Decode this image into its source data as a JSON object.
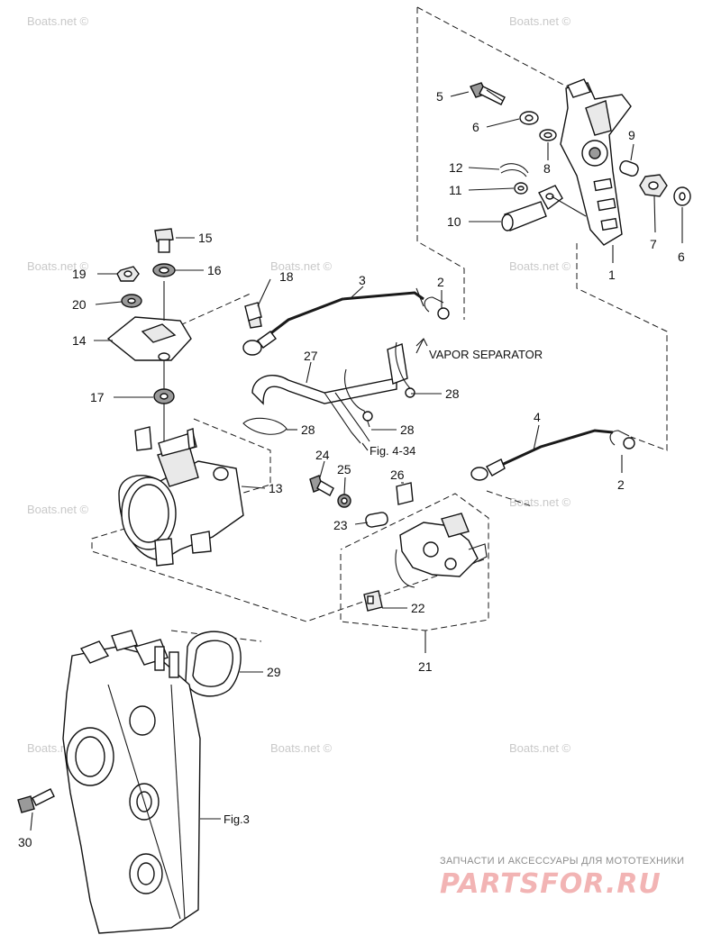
{
  "watermark": "Boats.net ©",
  "callouts": {
    "c1": "1",
    "c2a": "2",
    "c2b": "2",
    "c3": "3",
    "c4": "4",
    "c5": "5",
    "c6a": "6",
    "c6b": "6",
    "c7": "7",
    "c8": "8",
    "c9": "9",
    "c10": "10",
    "c11": "11",
    "c12": "12",
    "c13": "13",
    "c14": "14",
    "c15": "15",
    "c16": "16",
    "c17": "17",
    "c18": "18",
    "c19": "19",
    "c20": "20",
    "c21": "21",
    "c22": "22",
    "c23": "23",
    "c24": "24",
    "c25": "25",
    "c26": "26",
    "c27": "27",
    "c28a": "28",
    "c28b": "28",
    "c28c": "28",
    "c29": "29",
    "c30": "30"
  },
  "references": {
    "vapor_separator": "VAPOR SEPARATOR",
    "fig_4_34": "Fig. 4-34",
    "fig_3": "Fig.3"
  },
  "footer": {
    "tagline": "ЗАПЧАСТИ И АКСЕССУАРЫ ДЛЯ МОТОТЕХНИКИ",
    "logo": "PARTSFOR.RU"
  }
}
